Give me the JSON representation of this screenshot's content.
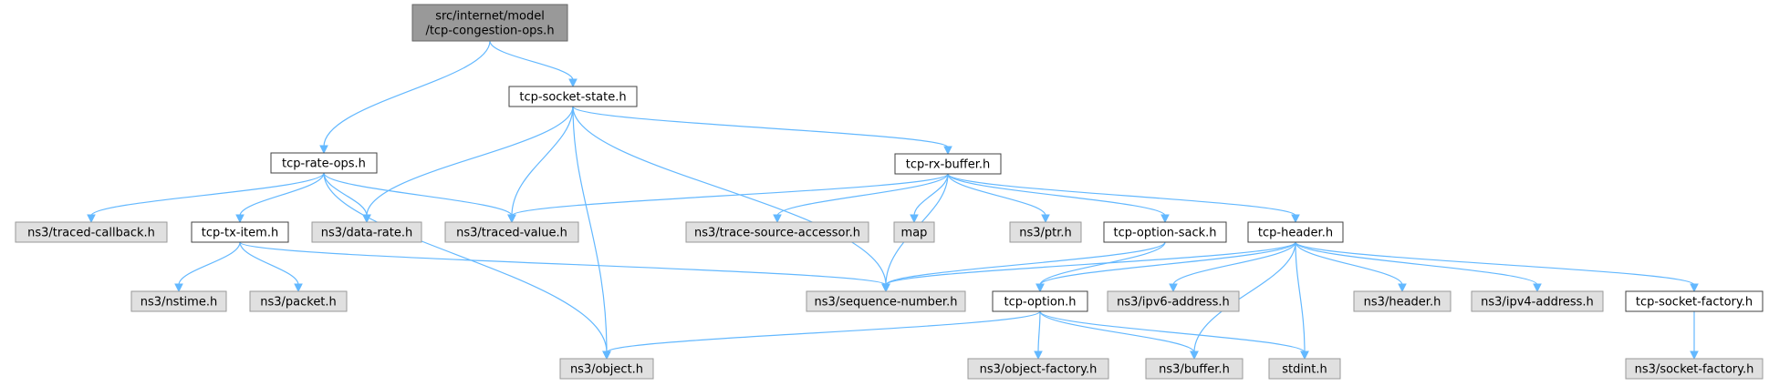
{
  "colors": {
    "root_fill": "#999999",
    "root_stroke": "#666666",
    "internal_fill": "#ffffff",
    "internal_stroke": "#404040",
    "external_fill": "#e0e0e0",
    "external_stroke": "#999999",
    "edge": "#63b8ff"
  },
  "nodes": [
    {
      "id": "root",
      "lines": [
        "src/internet/model",
        "/tcp-congestion-ops.h"
      ],
      "kind": "root"
    },
    {
      "id": "tcp_rate_ops",
      "lines": [
        "tcp-rate-ops.h"
      ],
      "kind": "internal"
    },
    {
      "id": "tcp_socket_state",
      "lines": [
        "tcp-socket-state.h"
      ],
      "kind": "internal"
    },
    {
      "id": "tcp_rx_buffer",
      "lines": [
        "tcp-rx-buffer.h"
      ],
      "kind": "internal"
    },
    {
      "id": "traced_callback",
      "lines": [
        "ns3/traced-callback.h"
      ],
      "kind": "external"
    },
    {
      "id": "tcp_tx_item",
      "lines": [
        "tcp-tx-item.h"
      ],
      "kind": "internal"
    },
    {
      "id": "data_rate",
      "lines": [
        "ns3/data-rate.h"
      ],
      "kind": "external"
    },
    {
      "id": "traced_value",
      "lines": [
        "ns3/traced-value.h"
      ],
      "kind": "external"
    },
    {
      "id": "trace_source_accessor",
      "lines": [
        "ns3/trace-source-accessor.h"
      ],
      "kind": "external"
    },
    {
      "id": "map",
      "lines": [
        "map"
      ],
      "kind": "external"
    },
    {
      "id": "ptr",
      "lines": [
        "ns3/ptr.h"
      ],
      "kind": "external"
    },
    {
      "id": "tcp_option_sack",
      "lines": [
        "tcp-option-sack.h"
      ],
      "kind": "internal"
    },
    {
      "id": "tcp_header",
      "lines": [
        "tcp-header.h"
      ],
      "kind": "internal"
    },
    {
      "id": "nstime",
      "lines": [
        "ns3/nstime.h"
      ],
      "kind": "external"
    },
    {
      "id": "packet",
      "lines": [
        "ns3/packet.h"
      ],
      "kind": "external"
    },
    {
      "id": "sequence_number",
      "lines": [
        "ns3/sequence-number.h"
      ],
      "kind": "external"
    },
    {
      "id": "tcp_option",
      "lines": [
        "tcp-option.h"
      ],
      "kind": "internal"
    },
    {
      "id": "ipv6_address",
      "lines": [
        "ns3/ipv6-address.h"
      ],
      "kind": "external"
    },
    {
      "id": "header",
      "lines": [
        "ns3/header.h"
      ],
      "kind": "external"
    },
    {
      "id": "ipv4_address",
      "lines": [
        "ns3/ipv4-address.h"
      ],
      "kind": "external"
    },
    {
      "id": "tcp_socket_factory",
      "lines": [
        "tcp-socket-factory.h"
      ],
      "kind": "internal"
    },
    {
      "id": "object",
      "lines": [
        "ns3/object.h"
      ],
      "kind": "external"
    },
    {
      "id": "object_factory",
      "lines": [
        "ns3/object-factory.h"
      ],
      "kind": "external"
    },
    {
      "id": "buffer",
      "lines": [
        "ns3/buffer.h"
      ],
      "kind": "external"
    },
    {
      "id": "stdint",
      "lines": [
        "stdint.h"
      ],
      "kind": "external"
    },
    {
      "id": "socket_factory",
      "lines": [
        "ns3/socket-factory.h"
      ],
      "kind": "external"
    }
  ],
  "edges": [
    [
      "root",
      "tcp_rate_ops"
    ],
    [
      "root",
      "tcp_socket_state"
    ],
    [
      "tcp_rate_ops",
      "traced_callback"
    ],
    [
      "tcp_rate_ops",
      "tcp_tx_item"
    ],
    [
      "tcp_rate_ops",
      "data_rate"
    ],
    [
      "tcp_rate_ops",
      "traced_value"
    ],
    [
      "tcp_rate_ops",
      "object"
    ],
    [
      "tcp_socket_state",
      "data_rate"
    ],
    [
      "tcp_socket_state",
      "traced_value"
    ],
    [
      "tcp_socket_state",
      "object"
    ],
    [
      "tcp_socket_state",
      "sequence_number"
    ],
    [
      "tcp_socket_state",
      "tcp_rx_buffer"
    ],
    [
      "tcp_rx_buffer",
      "traced_value"
    ],
    [
      "tcp_rx_buffer",
      "trace_source_accessor"
    ],
    [
      "tcp_rx_buffer",
      "map"
    ],
    [
      "tcp_rx_buffer",
      "ptr"
    ],
    [
      "tcp_rx_buffer",
      "sequence_number"
    ],
    [
      "tcp_rx_buffer",
      "tcp_option_sack"
    ],
    [
      "tcp_rx_buffer",
      "tcp_header"
    ],
    [
      "tcp_tx_item",
      "nstime"
    ],
    [
      "tcp_tx_item",
      "packet"
    ],
    [
      "tcp_tx_item",
      "sequence_number"
    ],
    [
      "tcp_option_sack",
      "sequence_number"
    ],
    [
      "tcp_option_sack",
      "tcp_option"
    ],
    [
      "tcp_header",
      "sequence_number"
    ],
    [
      "tcp_header",
      "tcp_option"
    ],
    [
      "tcp_header",
      "ipv6_address"
    ],
    [
      "tcp_header",
      "header"
    ],
    [
      "tcp_header",
      "ipv4_address"
    ],
    [
      "tcp_header",
      "tcp_socket_factory"
    ],
    [
      "tcp_header",
      "buffer"
    ],
    [
      "tcp_header",
      "stdint"
    ],
    [
      "tcp_option",
      "object"
    ],
    [
      "tcp_option",
      "object_factory"
    ],
    [
      "tcp_option",
      "buffer"
    ],
    [
      "tcp_option",
      "stdint"
    ],
    [
      "tcp_socket_factory",
      "socket_factory"
    ]
  ]
}
